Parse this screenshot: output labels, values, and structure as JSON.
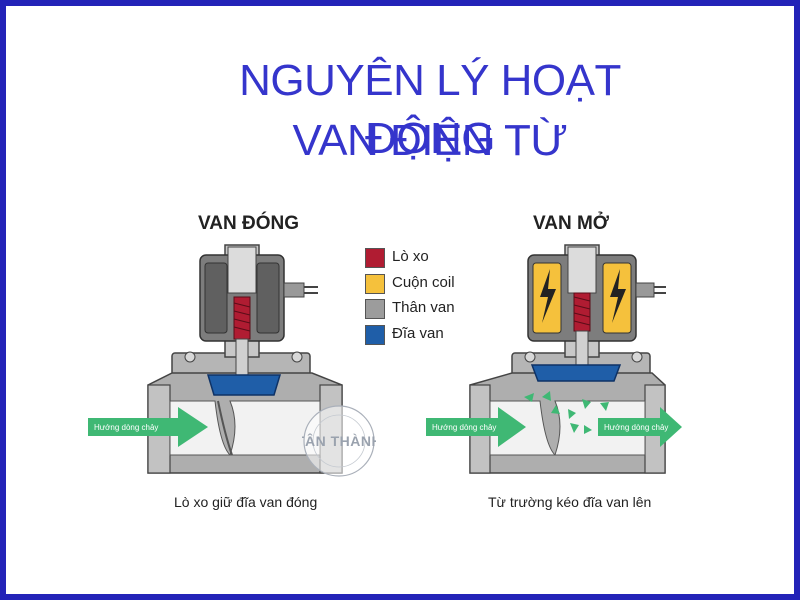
{
  "title": {
    "line1": "NGUYÊN LÝ HOẠT ĐỘNG",
    "line2": "VAN ĐIỆN TỪ"
  },
  "closed": {
    "heading": "VAN ĐÓNG",
    "caption": "Lò xo giữ đĩa van đóng",
    "flow_label": "Hướng dòng chảy"
  },
  "open": {
    "heading": "VAN MỞ",
    "caption": "Từ trường kéo đĩa van lên",
    "flow_label_in": "Hướng dòng chảy",
    "flow_label_out": "Hướng dòng chảy"
  },
  "legend": [
    {
      "label": "Lò xo",
      "color": "#b01c32"
    },
    {
      "label": "Cuộn coil",
      "color": "#f5c13c"
    },
    {
      "label": "Thân van",
      "color": "#9c9c9c"
    },
    {
      "label": "Đĩa van",
      "color": "#1f5ea8"
    }
  ],
  "watermark": {
    "name": "TÂN THÀNH"
  },
  "colors": {
    "border": "#2323b8",
    "title": "#3535cc",
    "flow_arrow": "#3fb874"
  }
}
